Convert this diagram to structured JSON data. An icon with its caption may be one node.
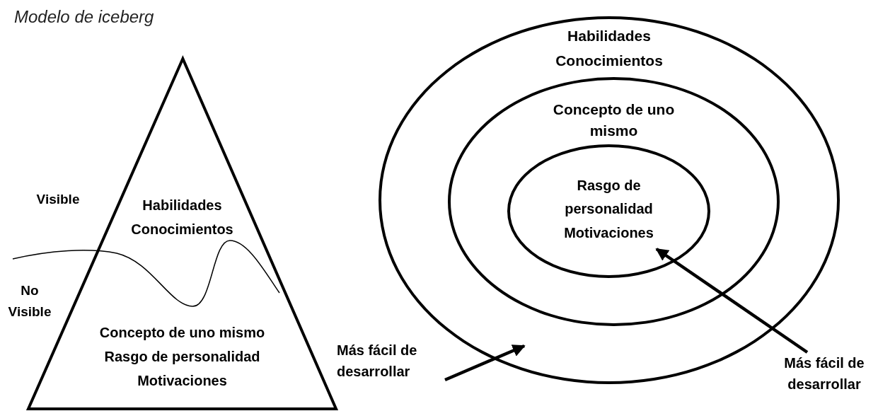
{
  "diagram": {
    "title": "Modelo de iceberg",
    "nodes": [
      {
        "text": [
          "Habilidades",
          "Conocimientos",
          "Concepto de uno mismo",
          "Rasgo de personalidad",
          "Motivaciones"
        ]
      },
      {
        "text": [
          "Habilidades",
          "Conocimientos"
        ]
      },
      {
        "text": [
          "Concepto de uno mismo"
        ],
        "in": 1
      },
      {
        "text": [
          "Rasgo de personalidad",
          "Motivaciones"
        ],
        "in": 2
      },
      {
        "text": [
          "Más fácil de desarrollar"
        ]
      },
      {
        "text": [
          "Más fácil de desarrollar"
        ]
      }
    ],
    "edges": [
      {
        "from": 4,
        "to": 1,
        "arrow": "to"
      },
      {
        "from": 5,
        "to": 3,
        "arrow": "to"
      }
    ],
    "labels": [
      "Visible",
      "No Visible"
    ]
  }
}
